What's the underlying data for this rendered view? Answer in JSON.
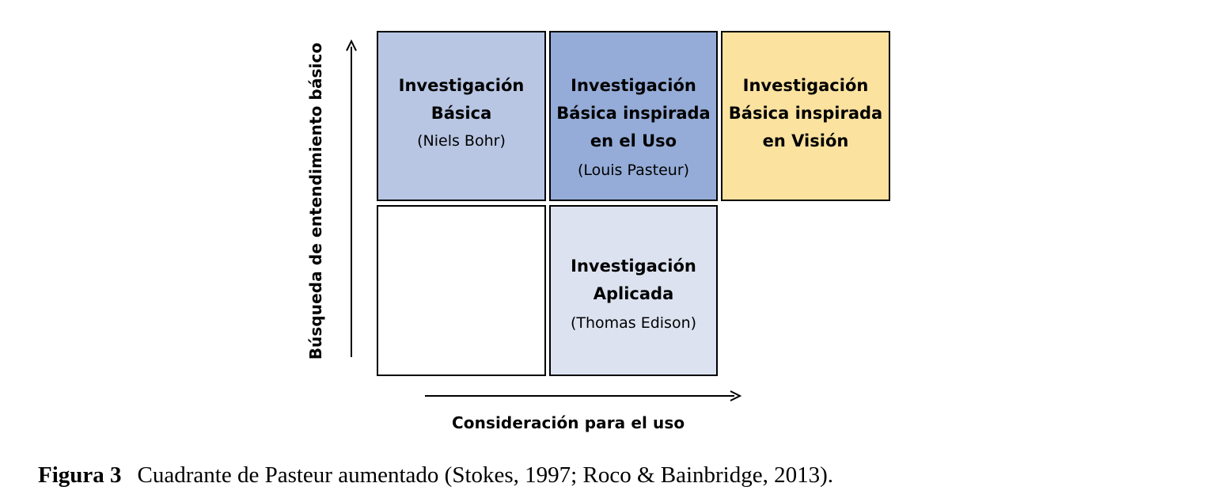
{
  "colors": {
    "basic_research": "#b8c6e3",
    "use_inspired": "#95acd8",
    "vision_inspired": "#fbe29f",
    "empty": "#ffffff",
    "applied_research": "#dce2f0",
    "border": "#000000"
  },
  "quadrants": {
    "top_left": {
      "title_lines": [
        "Investigación",
        "Básica"
      ],
      "subtitle": "(Niels Bohr)"
    },
    "top_middle": {
      "title_lines": [
        "Investigación",
        "Básica inspirada",
        "en el Uso"
      ],
      "subtitle": "(Louis Pasteur)"
    },
    "top_right": {
      "title_lines": [
        "Investigación",
        "Básica inspirada",
        "en Visión"
      ]
    },
    "bottom_middle": {
      "title_lines": [
        "Investigación",
        "Aplicada"
      ],
      "subtitle": "(Thomas Edison)"
    }
  },
  "axes": {
    "y_label": "Búsqueda de entendimiento básico",
    "x_label": "Consideración para el uso"
  },
  "caption": {
    "label": "Figura 3",
    "text": "Cuadrante de Pasteur aumentado (Stokes, 1997; Roco & Bainbridge, 2013)."
  }
}
